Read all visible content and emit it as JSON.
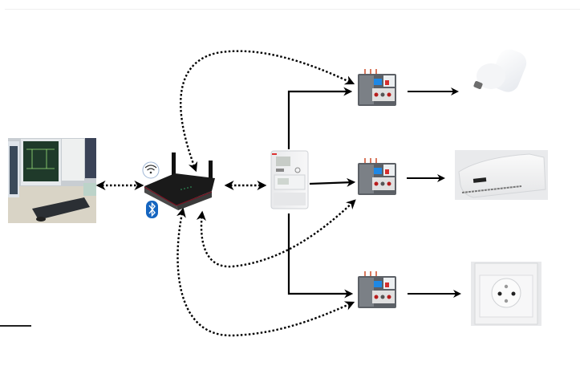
{
  "diagram": {
    "title": "",
    "nodes": [
      {
        "id": "control-pc",
        "kind": "computer-workstation",
        "icon": "monitor-workstation-icon"
      },
      {
        "id": "router",
        "kind": "wireless-router",
        "icon": "router-icon"
      },
      {
        "id": "wifi",
        "kind": "badge",
        "icon": "wifi-icon"
      },
      {
        "id": "bluetooth",
        "kind": "badge",
        "icon": "bluetooth-icon"
      },
      {
        "id": "smart-meter",
        "kind": "energy-meter",
        "icon": "smart-meter-icon"
      },
      {
        "id": "relay-1",
        "kind": "thermal-relay",
        "icon": "relay-icon"
      },
      {
        "id": "relay-2",
        "kind": "thermal-relay",
        "icon": "relay-icon"
      },
      {
        "id": "relay-3",
        "kind": "thermal-relay",
        "icon": "relay-icon"
      },
      {
        "id": "led-bulb",
        "kind": "load",
        "icon": "light-bulb-icon"
      },
      {
        "id": "air-conditioner",
        "kind": "load",
        "icon": "air-conditioner-icon"
      },
      {
        "id": "power-socket",
        "kind": "load",
        "icon": "power-socket-icon"
      }
    ],
    "edges": [
      {
        "from": "control-pc",
        "to": "router",
        "style": "dotted",
        "direction": "both"
      },
      {
        "from": "router",
        "to": "smart-meter",
        "style": "dotted",
        "direction": "both"
      },
      {
        "from": "router",
        "to": "relay-1",
        "style": "dotted",
        "direction": "both"
      },
      {
        "from": "router",
        "to": "relay-2",
        "style": "dotted",
        "direction": "both"
      },
      {
        "from": "router",
        "to": "relay-3",
        "style": "dotted",
        "direction": "both"
      },
      {
        "from": "smart-meter",
        "to": "relay-1",
        "style": "solid",
        "direction": "forward"
      },
      {
        "from": "smart-meter",
        "to": "relay-2",
        "style": "solid",
        "direction": "forward"
      },
      {
        "from": "smart-meter",
        "to": "relay-3",
        "style": "solid",
        "direction": "forward"
      },
      {
        "from": "relay-1",
        "to": "led-bulb",
        "style": "solid",
        "direction": "forward"
      },
      {
        "from": "relay-2",
        "to": "air-conditioner",
        "style": "solid",
        "direction": "forward"
      },
      {
        "from": "relay-3",
        "to": "power-socket",
        "style": "solid",
        "direction": "forward"
      }
    ],
    "colors": {
      "line": "#000000",
      "bluetooth": "#1565c0",
      "router_body": "#1c1c1c",
      "router_accent": "#7a1020",
      "relay_red": "#d32f2f",
      "relay_blue": "#1e88e5"
    }
  }
}
